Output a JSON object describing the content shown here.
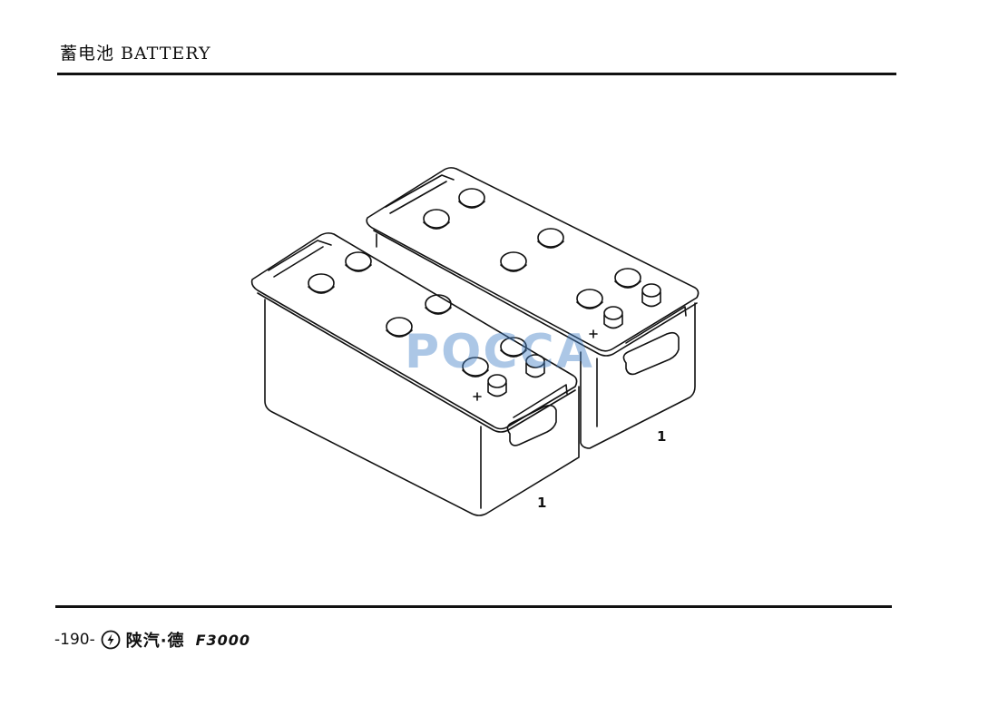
{
  "header": {
    "title": "蓄电池 BATTERY"
  },
  "figure": {
    "callouts": [
      "1",
      "1"
    ],
    "watermark": "POCCA"
  },
  "footer": {
    "page_number": "-190-",
    "brand_icon": "shaanxi-automobile-logo-icon",
    "brand_name": "陕汽·德",
    "model_name": "F3000"
  },
  "colors": {
    "ink": "#111111",
    "watermark": "#4682c8"
  }
}
